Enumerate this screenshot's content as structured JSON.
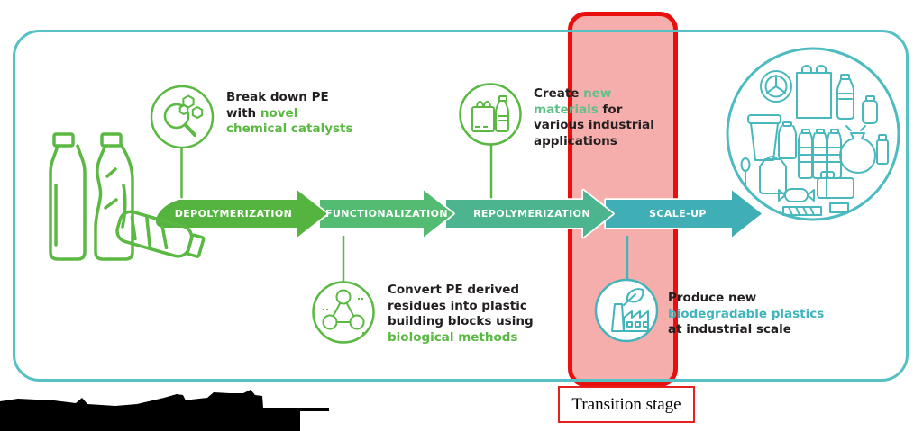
{
  "palette": {
    "green": "#5ab843",
    "mint_text": "#5fc08a",
    "teal": "#43b4ba",
    "teal_frame": "#56c1c5",
    "red": "#e7100e",
    "pink_fill": "#f4a5a1",
    "black": "#231f20"
  },
  "flow": {
    "steps": [
      {
        "label": "DEPOLYMERIZATION",
        "color": "#55b43f"
      },
      {
        "label": "FUNCTIONALIZATION",
        "color": "#53bb72"
      },
      {
        "label": "REPOLYMERIZATION",
        "color": "#4cb48e"
      },
      {
        "label": "SCALE-UP",
        "color": "#40afb5"
      }
    ]
  },
  "annotations": {
    "break_down": {
      "l1": "Break down PE",
      "l2a": "with ",
      "l2b": "novel",
      "l3": "chemical catalysts"
    },
    "convert": {
      "l1": "Convert PE derived",
      "l2": "residues into plastic",
      "l3": "building blocks using",
      "l4": "biological methods"
    },
    "create": {
      "l1a": "Create ",
      "l1b": "new",
      "l2a": "materials",
      "l2b": " for",
      "l3": "various industrial",
      "l4": "applications"
    },
    "produce": {
      "l1": "Produce new",
      "l2": "biodegradable plastics",
      "l3": "at industrial scale"
    }
  },
  "transition": {
    "label": "Transition stage"
  },
  "icons": {
    "feedstock": "plastic-bottles-icon",
    "catalyst": "magnifier-molecules-icon",
    "biology": "molecule-circles-icon",
    "materials": "bag-bottle-icon",
    "factory": "eco-factory-icon",
    "products": "plastic-products-icon"
  }
}
